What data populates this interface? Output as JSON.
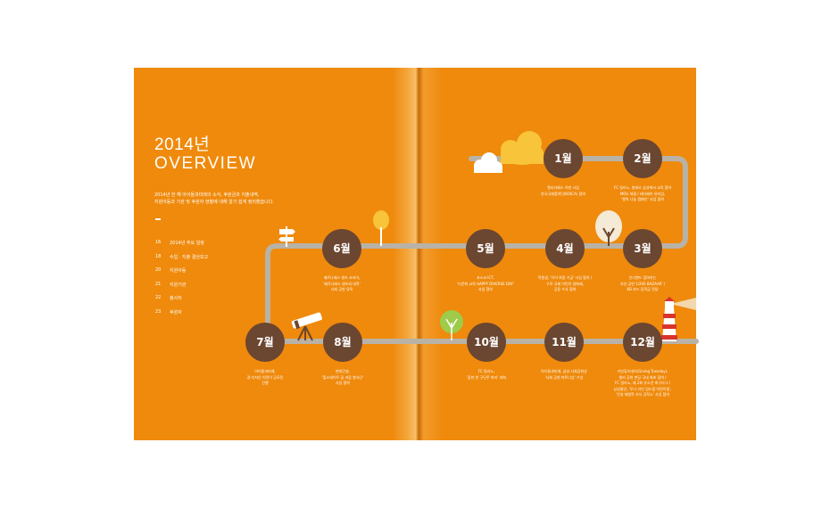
{
  "colors": {
    "page": "#ef8a0c",
    "path": "#b9b2a6",
    "circle": "#6b4630",
    "text": "#ffffff",
    "cloud_yellow": "#f7c43a",
    "cloud_white": "#ffffff"
  },
  "title": {
    "year": "2014년",
    "main": "OVERVIEW"
  },
  "intro": [
    "2014년 한 해 아이들과미래의 소식, 후원금과 지출내역,",
    "지원아동과 기관 및 후원자 현황에 대해 알기 쉽게 정리했습니다."
  ],
  "toc": [
    {
      "num": "16",
      "label": "2014년 주요 일정"
    },
    {
      "num": "18",
      "label": "수입 · 지출 결산보고"
    },
    {
      "num": "20",
      "label": "지원아동"
    },
    {
      "num": "21",
      "label": "지원기관"
    },
    {
      "num": "22",
      "label": "봉사자"
    },
    {
      "num": "23",
      "label": "후원자"
    }
  ],
  "timeline": [
    {
      "month": "1월",
      "desc": [
        "엘리자베스 아덴 사업",
        "한국국제협력단(KOICA) 협약"
      ]
    },
    {
      "month": "2월",
      "desc": [
        "FC 밀라노, 발레오 삼성에서 교육 협약",
        "MOU 체결 / 테디베어 뮤지엄,",
        "'행복 나눔 캠페인' 사업 협약"
      ]
    },
    {
      "month": "3월",
      "desc": [
        "인디밴드 참여하는",
        "자선 공연 'LOVE BAZAAR' /",
        "KB 카드 장학금 전달"
      ]
    },
    {
      "month": "4월",
      "desc": [
        "학원생, '아이 희망 기금' 사업 협약 /",
        "구로 국제 어린이 영화제,",
        "공동 수사 협약"
      ]
    },
    {
      "month": "5월",
      "desc": [
        "포스코 ICT,",
        "'다문화 교육 HAPPY DIVERSE DAY'",
        "사업 협약"
      ]
    },
    {
      "month": "6월",
      "desc": [
        "베르나레스 센츠 코리아,",
        "'베르나레스 센츠와 대학'",
        "사회 공헌 뮤직"
      ]
    },
    {
      "month": "7월",
      "desc": [
        "아이들과미래,",
        "경·디자인 어린이 공모전",
        "진행"
      ]
    },
    {
      "month": "8월",
      "desc": [
        "현대건설,",
        "'힐스테이트 꿈 키움 봉사단'",
        "사업 협약"
      ]
    },
    {
      "month": "10월",
      "desc": [
        "FC 밀라노,",
        "'꿈만 한 구단주 파티' 개최"
      ]
    },
    {
      "month": "11월",
      "desc": [
        "아이들과미래, 삼성 사회공헌상",
        "'사회 공헌 파트너상' 수상"
      ]
    },
    {
      "month": "12월",
      "desc": [
        "기빙튜즈데이(Giving Tuesday),",
        "셀러 공헌 펀딩 국내 최초 참여 /",
        "FC 밀라노, 제 2회 유소년 축구리그 /",
        "삼성물산, '두나 라인 업드림 어린이들',",
        "'건설 체험학 지식 공작소' 사업 협약"
      ]
    }
  ]
}
